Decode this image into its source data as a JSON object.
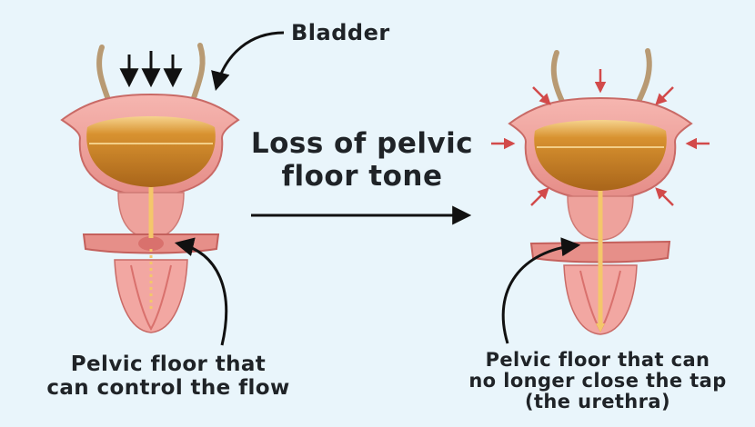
{
  "labels": {
    "bladder": "Bladder",
    "title_lines": [
      "Loss of pelvic",
      "floor tone"
    ],
    "left_caption_lines": [
      "Pelvic floor that",
      "can control the flow"
    ],
    "right_caption_lines": [
      "Pelvic floor that can",
      "no longer close the tap",
      "(the urethra)"
    ]
  },
  "colors": {
    "background": "#e9f5fb",
    "tissue": "#f2a7a2",
    "tissue_dark": "#d9716d",
    "urine": "#d08a22",
    "urine_light": "#f0c170",
    "tube": "#b89a73",
    "arrow": "#111111",
    "pressure_arrow": "#d24a4a",
    "urethra_flow": "#f4c76a"
  },
  "icons": {
    "pressure_arrows_left": "arrow-down-icon",
    "pressure_arrows_right": "arrow-inward-icon",
    "transition": "arrow-right-icon"
  }
}
